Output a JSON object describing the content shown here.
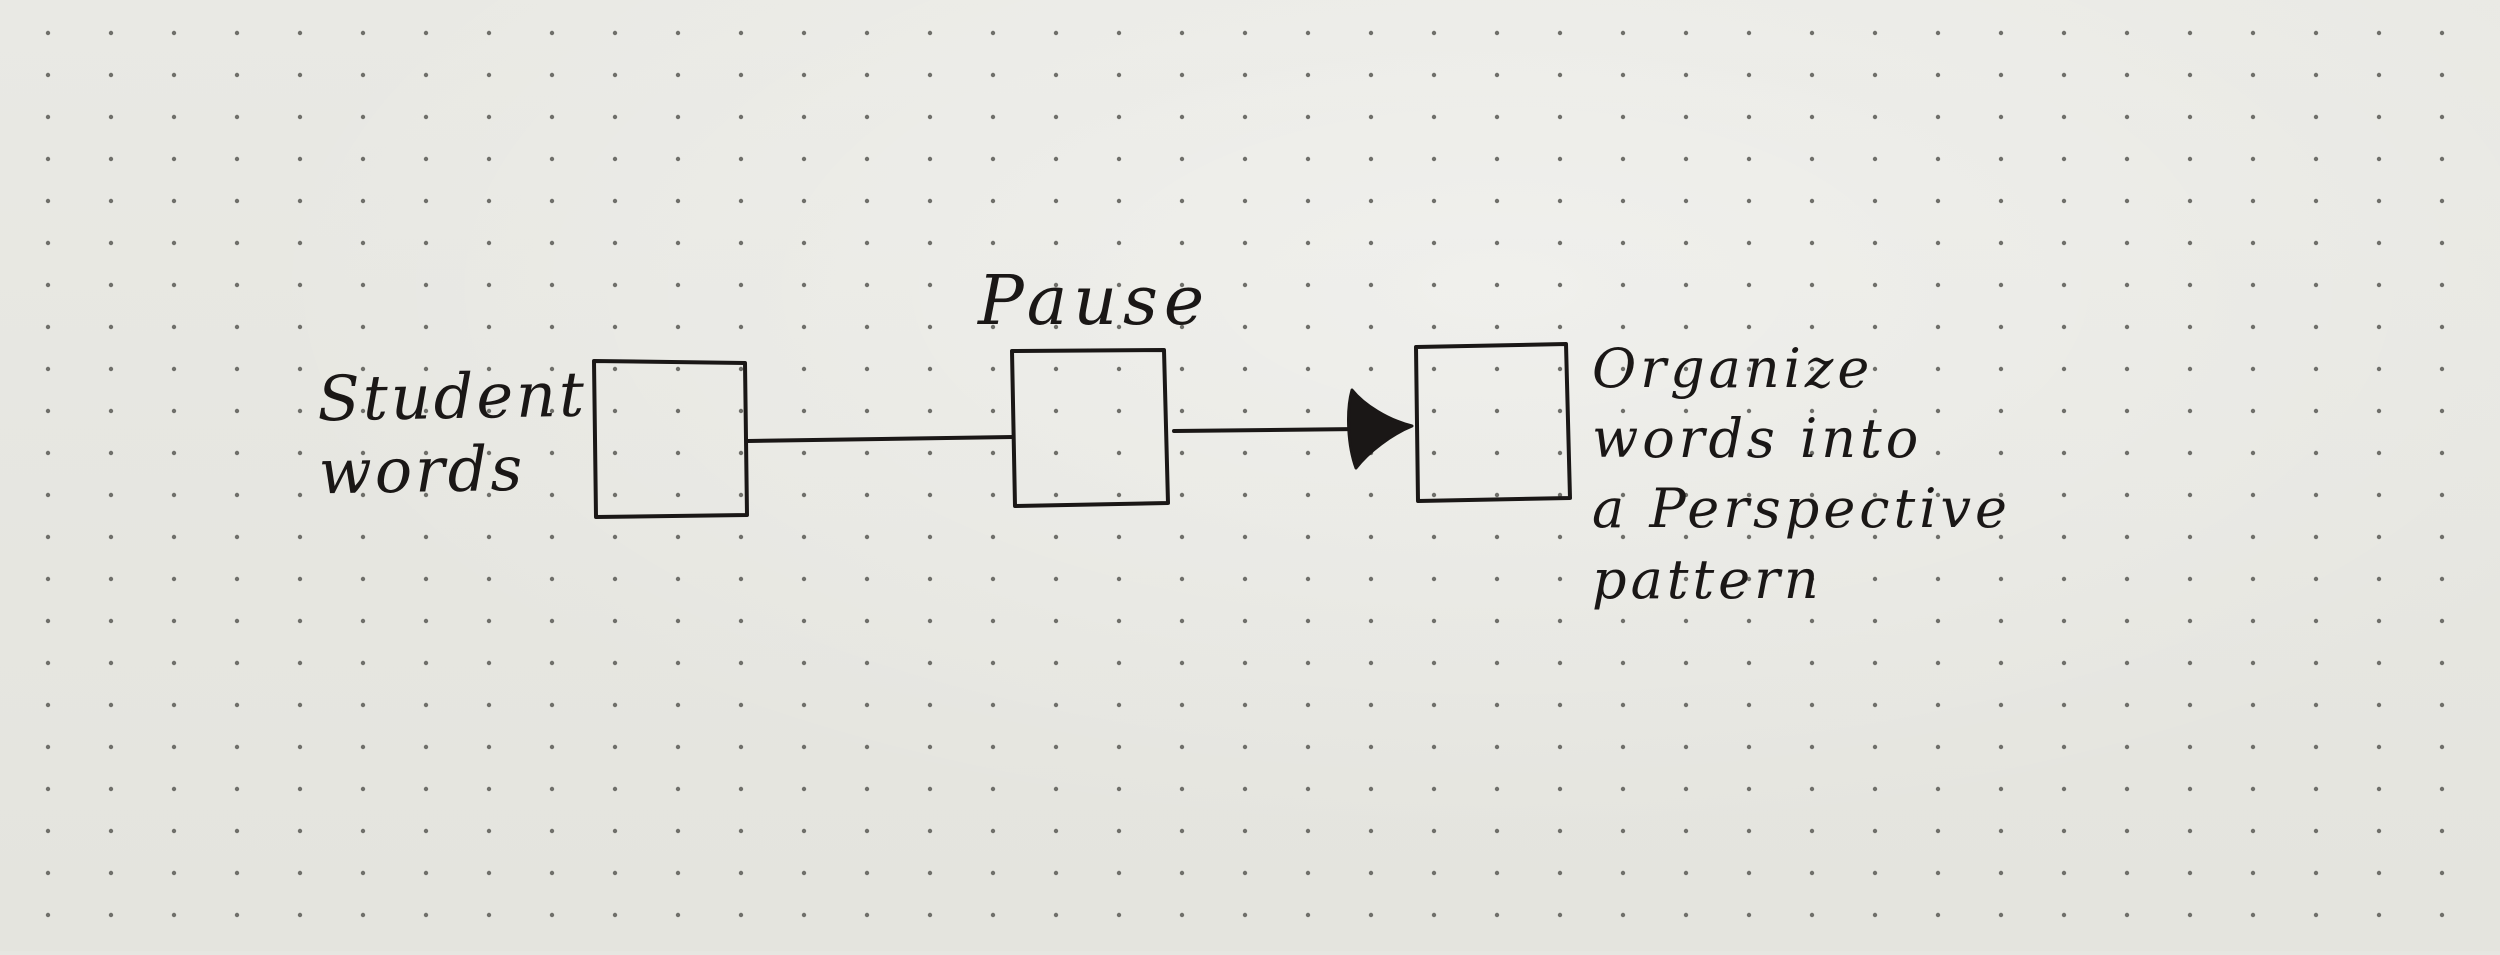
{
  "diagram": {
    "nodes": [
      {
        "id": "student-words",
        "label_lines": [
          "Student",
          "words"
        ],
        "label_side": "left"
      },
      {
        "id": "pause",
        "label_lines": [
          "Pause"
        ],
        "label_side": "top"
      },
      {
        "id": "organize",
        "label_lines": [
          "Organize",
          "words into",
          "a Perspective",
          "pattern"
        ],
        "label_side": "right"
      }
    ],
    "edges": [
      {
        "from": "student-words",
        "to": "pause",
        "arrow": false
      },
      {
        "from": "pause",
        "to": "organize",
        "arrow": true
      }
    ]
  },
  "colors": {
    "paper": "#e6e6e1",
    "ink": "#1a1716",
    "dot": "#6f6f6a"
  }
}
